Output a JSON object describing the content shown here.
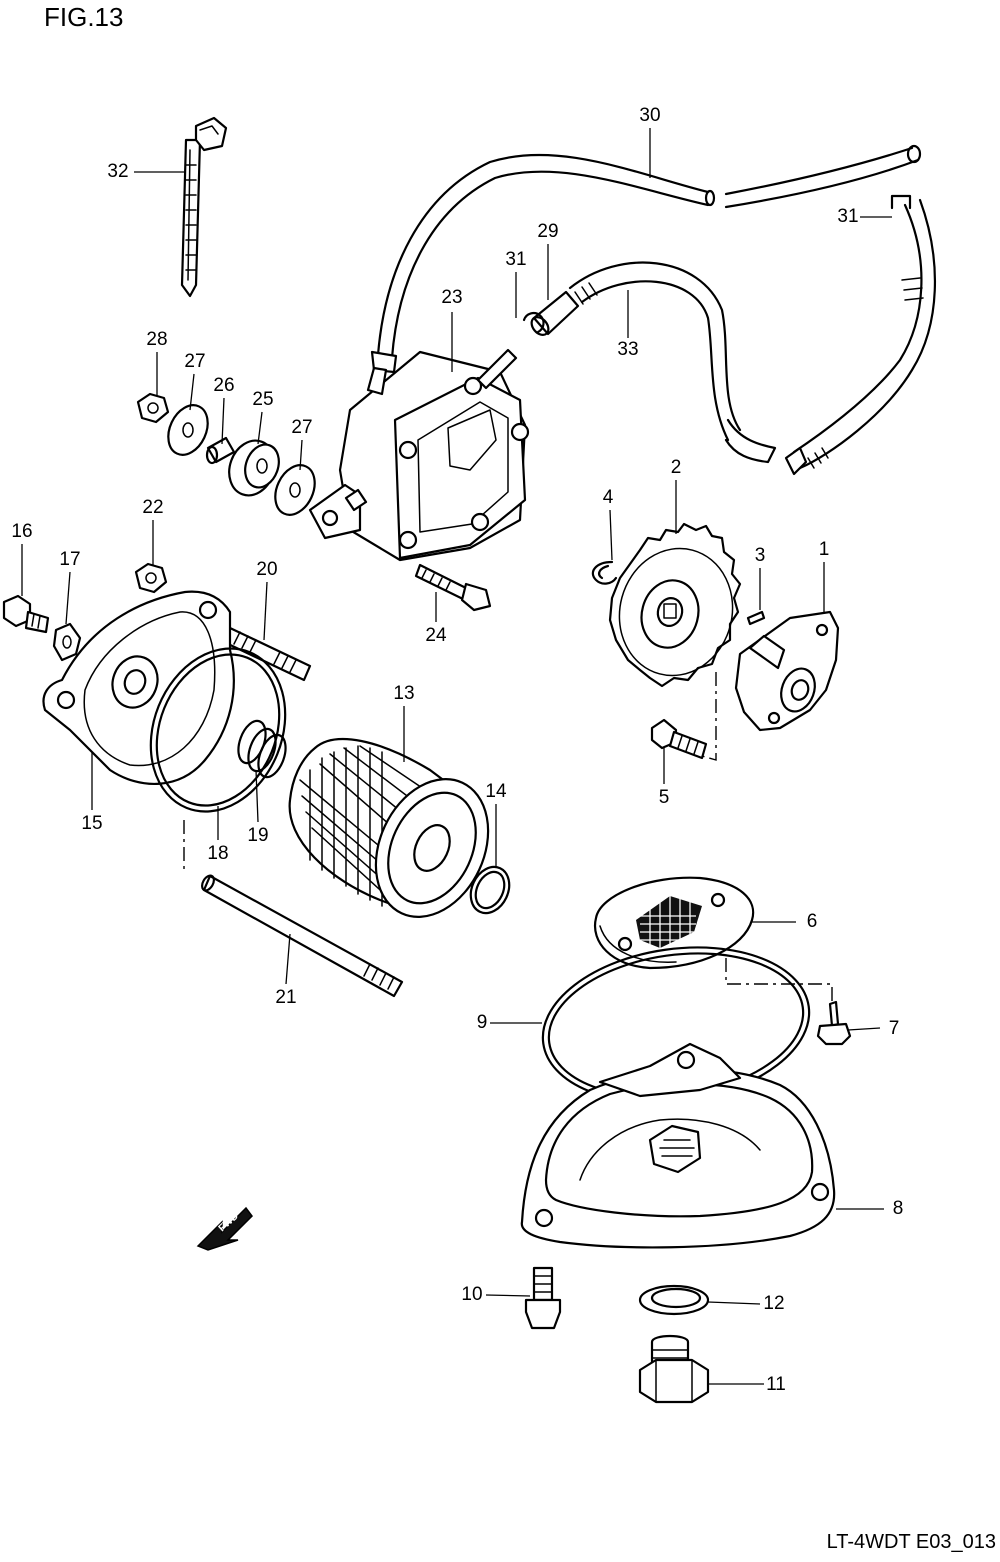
{
  "figure": {
    "title": "FIG.13",
    "drawing_code": "LT-4WDT E03_013",
    "direction_arrow_label": "FWD"
  },
  "callouts": [
    "1",
    "2",
    "3",
    "4",
    "5",
    "6",
    "7",
    "8",
    "9",
    "10",
    "11",
    "12",
    "13",
    "14",
    "15",
    "16",
    "17",
    "18",
    "19",
    "20",
    "21",
    "22",
    "23",
    "24",
    "25",
    "26",
    "27",
    "28",
    "29",
    "30",
    "31",
    "32",
    "33"
  ]
}
